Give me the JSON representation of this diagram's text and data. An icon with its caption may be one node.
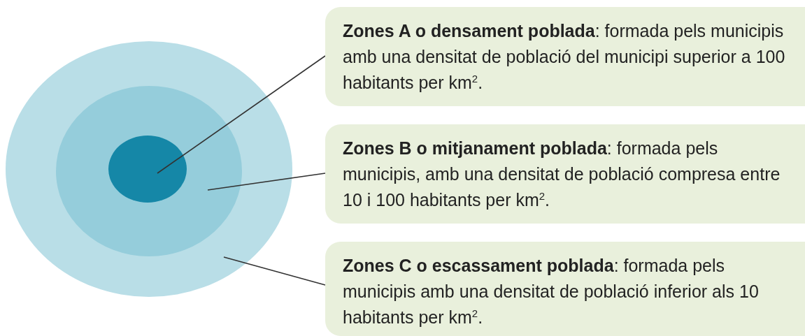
{
  "diagram": {
    "nodes": [
      {
        "text": [],
        "shape": "circle"
      },
      {
        "text": [],
        "shape": "circle",
        "in": 0
      },
      {
        "text": [],
        "shape": "circle",
        "in": 1
      },
      {
        "text": [
          "**Zones A o densament poblada**: formada pels municipis amb una densitat de població del municipi superior a 100 habitants per km$^{2}$."
        ]
      },
      {
        "text": [
          "**Zones B o mitjanament poblada**: formada pels municipis, amb una densitat de població compresa entre 10 i 100 habitants per km$^{2}$."
        ]
      },
      {
        "text": [
          "**Zones C o escassament poblada**: formada pels municipis amb una densitat de població inferior als 10 habitants per km$^{2}$."
        ]
      }
    ],
    "edges": [
      {
        "from": 3,
        "to": 2,
        "arrow": "none"
      },
      {
        "from": 4,
        "to": 1,
        "arrow": "none"
      },
      {
        "from": 5,
        "to": 0,
        "arrow": "none"
      }
    ]
  }
}
